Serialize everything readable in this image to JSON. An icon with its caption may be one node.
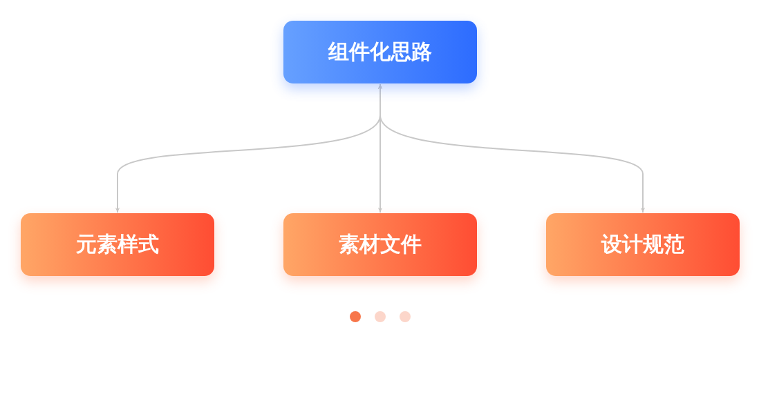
{
  "diagram": {
    "nodes": [
      {
        "text": [
          "组件化思路"
        ]
      },
      {
        "text": [
          "元素样式"
        ]
      },
      {
        "text": [
          "素材文件"
        ]
      },
      {
        "text": [
          "设计规范"
        ]
      }
    ],
    "edges": [
      {
        "from": 0,
        "to": 1,
        "arrow": "both"
      },
      {
        "from": 0,
        "to": 2,
        "arrow": "both"
      },
      {
        "from": 0,
        "to": 3,
        "arrow": "both"
      }
    ]
  }
}
